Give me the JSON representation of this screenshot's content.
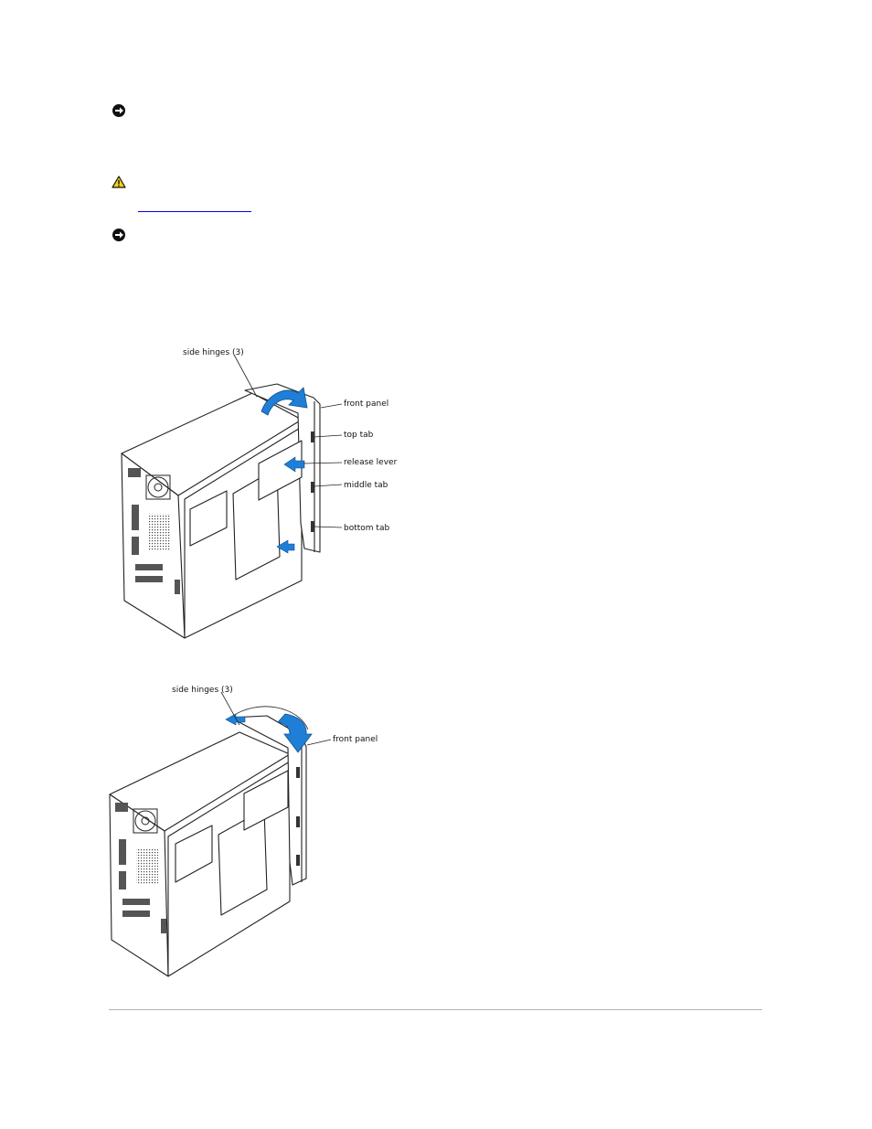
{
  "notices": [
    {
      "icon": "notice-icon",
      "text": ""
    },
    {
      "icon": "caution-icon",
      "text": ""
    },
    {
      "icon": "notice-icon",
      "text": ""
    }
  ],
  "link": {
    "text": ""
  },
  "figure1": {
    "labels": {
      "side_hinges": "side hinges (3)",
      "front_panel": "front panel",
      "top_tab": "top tab",
      "release_lever": "release lever",
      "middle_tab": "middle tab",
      "bottom_tab": "bottom tab"
    }
  },
  "figure2": {
    "labels": {
      "side_hinges": "side hinges (3)",
      "front_panel": "front panel"
    }
  },
  "colors": {
    "arrow": "#1f7fd6",
    "line": "#222222",
    "rule": "#b4b4b4"
  }
}
